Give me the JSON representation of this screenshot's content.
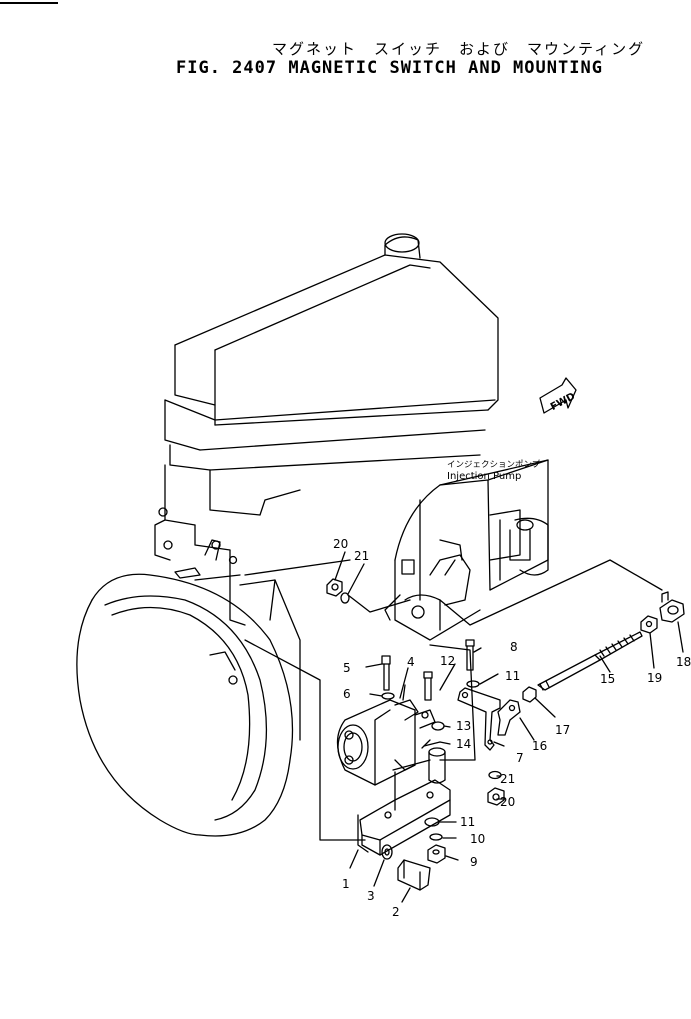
{
  "title_jp": "マグネット　スイッチ　および　マウンティング",
  "title_en": "FIG. 2407  MAGNETIC SWITCH AND MOUNTING",
  "pump_label_jp": "インジェクションポンプ",
  "pump_label_en": "Injection Pump",
  "fwd_label": "FWD",
  "callouts": [
    {
      "id": "1",
      "label": "1"
    },
    {
      "id": "2",
      "label": "2"
    },
    {
      "id": "3",
      "label": "3"
    },
    {
      "id": "4",
      "label": "4"
    },
    {
      "id": "5",
      "label": "5"
    },
    {
      "id": "6",
      "label": "6"
    },
    {
      "id": "7",
      "label": "7"
    },
    {
      "id": "8",
      "label": "8"
    },
    {
      "id": "9",
      "label": "9"
    },
    {
      "id": "10",
      "label": "10"
    },
    {
      "id": "11a",
      "label": "11"
    },
    {
      "id": "11b",
      "label": "11"
    },
    {
      "id": "12",
      "label": "12"
    },
    {
      "id": "13",
      "label": "13"
    },
    {
      "id": "14",
      "label": "14"
    },
    {
      "id": "15",
      "label": "15"
    },
    {
      "id": "16",
      "label": "16"
    },
    {
      "id": "17",
      "label": "17"
    },
    {
      "id": "18",
      "label": "18"
    },
    {
      "id": "19",
      "label": "19"
    },
    {
      "id": "20a",
      "label": "20"
    },
    {
      "id": "20b",
      "label": "20"
    },
    {
      "id": "21a",
      "label": "21"
    },
    {
      "id": "21b",
      "label": "21"
    }
  ]
}
